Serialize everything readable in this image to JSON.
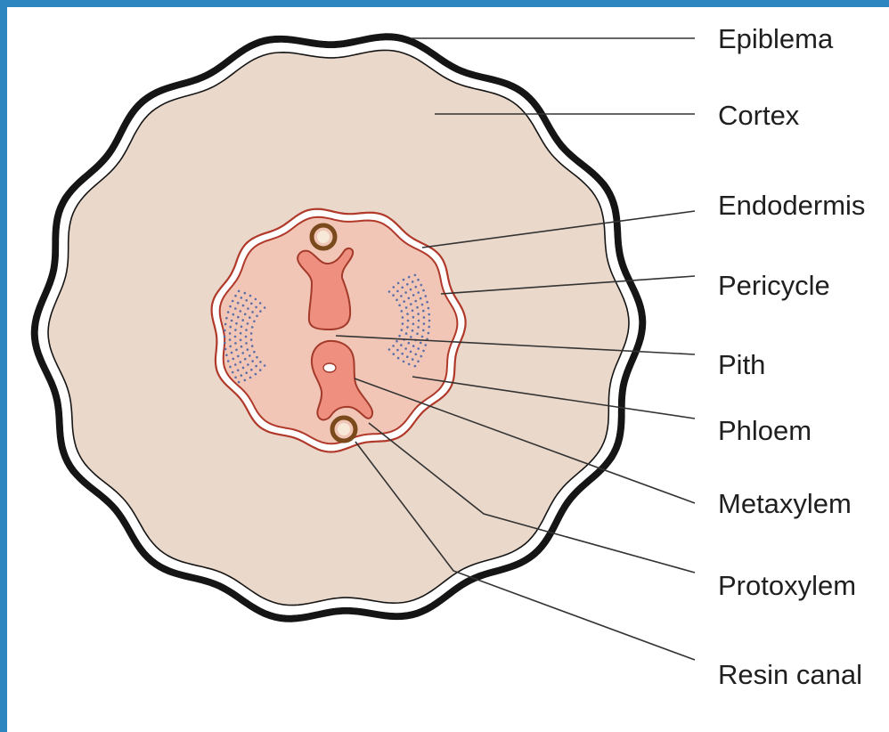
{
  "colors": {
    "frame": "#2e86c1",
    "cortex": "#ead8cb",
    "stele": "#f1c6b6",
    "xylem": "#ee8f80",
    "xylem_stroke": "#a33a2a",
    "ring": "#b0392a",
    "outline": "#151515",
    "phloem_dots": "#5a6fa8",
    "canal": "#7a4a1c",
    "leader": "#333333",
    "text": "#1f1f1f"
  },
  "labels": {
    "epiblema": "Epiblema",
    "cortex": "Cortex",
    "endodermis": "Endodermis",
    "pericycle": "Pericycle",
    "pith": "Pith",
    "phloem": "Phloem",
    "metaxylem": "Metaxylem",
    "protoxylem": "Protoxylem",
    "resin_canal": "Resin canal"
  }
}
